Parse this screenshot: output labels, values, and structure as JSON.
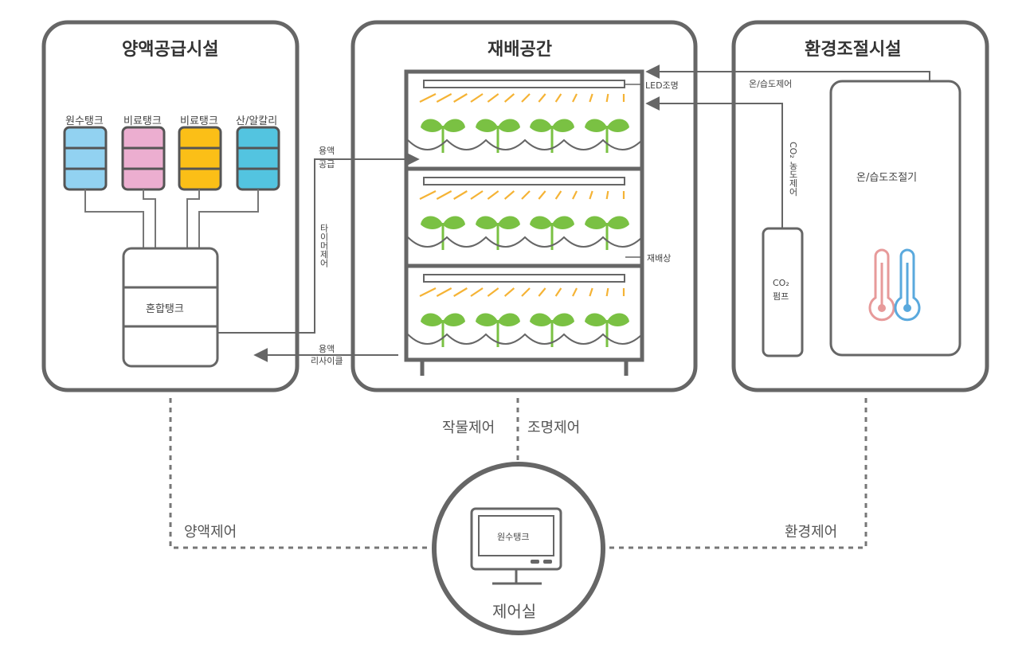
{
  "sections": {
    "nutrient": {
      "title": "양액공급시설",
      "tanks": [
        {
          "label": "원수탱크",
          "color": "#92d2f1"
        },
        {
          "label": "비료탱크",
          "color": "#ecaed0"
        },
        {
          "label": "비료탱크",
          "color": "#fbbf17"
        },
        {
          "label": "산/알칼리",
          "color": "#53c4e0"
        }
      ],
      "mix_tank": "혼합탱크"
    },
    "cultivation": {
      "title": "재배공간",
      "led_label": "LED조명",
      "bed_label": "재배상"
    },
    "environment": {
      "title": "환경조절시설",
      "humidity_controller": "온/습도조절기",
      "co2_pump_line1": "CO₂",
      "co2_pump_line2": "펌프",
      "thermo_colors": {
        "warm": "#e79a9a",
        "cool": "#5aa9dd"
      }
    }
  },
  "flows": {
    "supply_line1": "용액",
    "supply_line2": "공급",
    "timer_control": "타이머제어",
    "recycle_line1": "용액",
    "recycle_line2": "리사이클",
    "temp_humidity_control": "온/습도제어",
    "co2_control": "CO₂ 농도제어"
  },
  "control": {
    "crop_control": "작물제어",
    "light_control": "조명제어",
    "nutrient_control": "양액제어",
    "environment_control": "환경제어",
    "room_label": "제어실",
    "screen_text": "원수탱크"
  },
  "colors": {
    "frame": "#666666",
    "plant": "#7ac143",
    "light_ray": "#f5b335"
  }
}
